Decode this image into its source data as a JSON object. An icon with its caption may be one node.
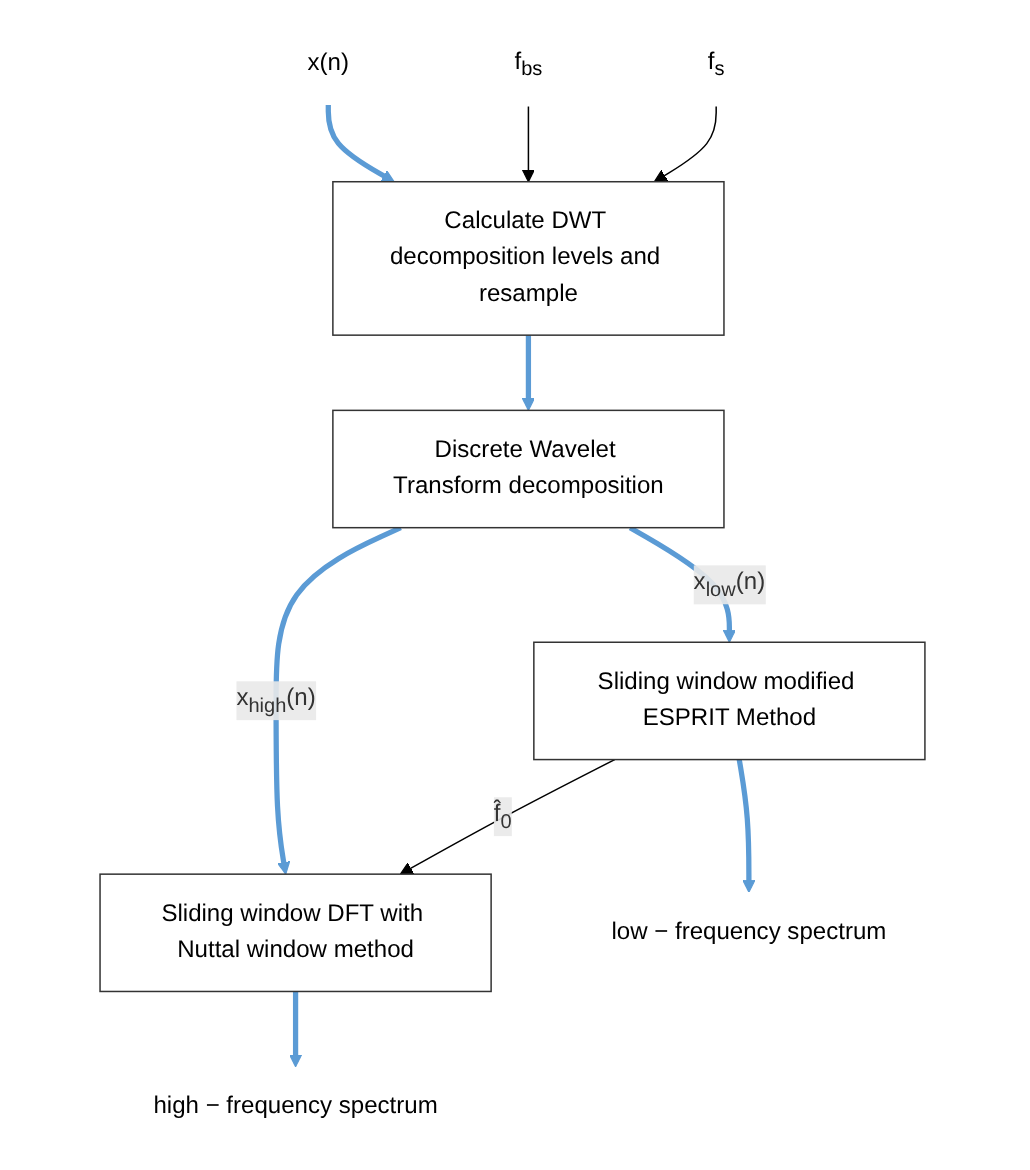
{
  "diagram": {
    "nodes": [
      {
        "text": [
          "x(n)"
        ]
      },
      {
        "text": [
          "f$_{bs}$"
        ]
      },
      {
        "text": [
          "f$_{s}$"
        ]
      },
      {
        "text": [
          "Calculate DWT decomposition levels and resample"
        ]
      },
      {
        "text": [
          "Discrete Wavelet Transform decomposition"
        ]
      },
      {
        "text": [
          "Sliding window modified ESPRIT Method"
        ]
      },
      {
        "text": [
          "Sliding window DFT with Nuttal window method"
        ]
      },
      {
        "text": [
          "low − frequency spectrum"
        ]
      },
      {
        "text": [
          "high − frequency spectrum"
        ]
      }
    ],
    "edges": [
      {
        "from": 0,
        "to": 3,
        "arrow": "to"
      },
      {
        "from": 1,
        "to": 3,
        "arrow": "to",
        "color": "#000000"
      },
      {
        "from": 2,
        "to": 3,
        "arrow": "to",
        "color": "#000000"
      },
      {
        "from": 3,
        "to": 4,
        "arrow": "to"
      },
      {
        "from": 4,
        "to": 5,
        "arrow": "to",
        "label": "x$_{low}$(n)"
      },
      {
        "from": 4,
        "to": 6,
        "arrow": "to",
        "label": "x$_{high}$(n)"
      },
      {
        "from": 5,
        "to": 6,
        "arrow": "to",
        "color": "#000000",
        "label": "f̂$_{0}$"
      },
      {
        "from": 5,
        "to": 7,
        "arrow": "to"
      },
      {
        "from": 6,
        "to": 8,
        "arrow": "to"
      }
    ]
  }
}
